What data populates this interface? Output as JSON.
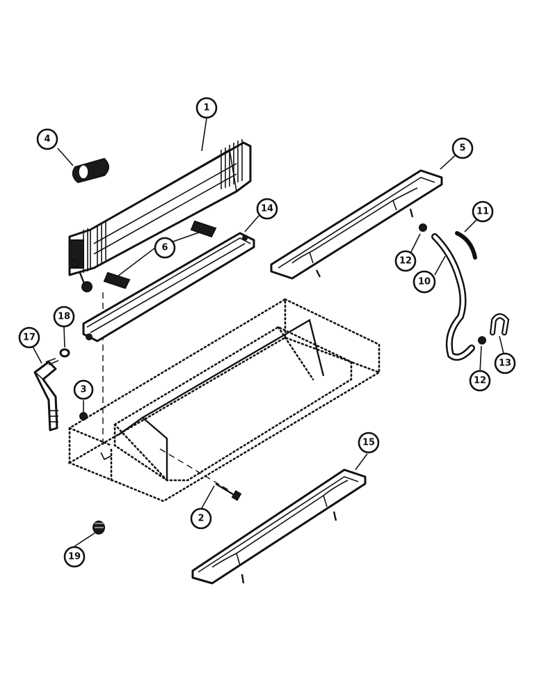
{
  "callouts": [
    {
      "id": "c1",
      "number": "1"
    },
    {
      "id": "c2",
      "number": "2"
    },
    {
      "id": "c3",
      "number": "3"
    },
    {
      "id": "c4",
      "number": "4"
    },
    {
      "id": "c5",
      "number": "5"
    },
    {
      "id": "c6",
      "number": "6"
    },
    {
      "id": "c10",
      "number": "10"
    },
    {
      "id": "c11",
      "number": "11"
    },
    {
      "id": "c12a",
      "number": "12"
    },
    {
      "id": "c12b",
      "number": "12"
    },
    {
      "id": "c13",
      "number": "13"
    },
    {
      "id": "c14",
      "number": "14"
    },
    {
      "id": "c15",
      "number": "15"
    },
    {
      "id": "c17",
      "number": "17"
    },
    {
      "id": "c18",
      "number": "18"
    },
    {
      "id": "c19",
      "number": "19"
    }
  ]
}
